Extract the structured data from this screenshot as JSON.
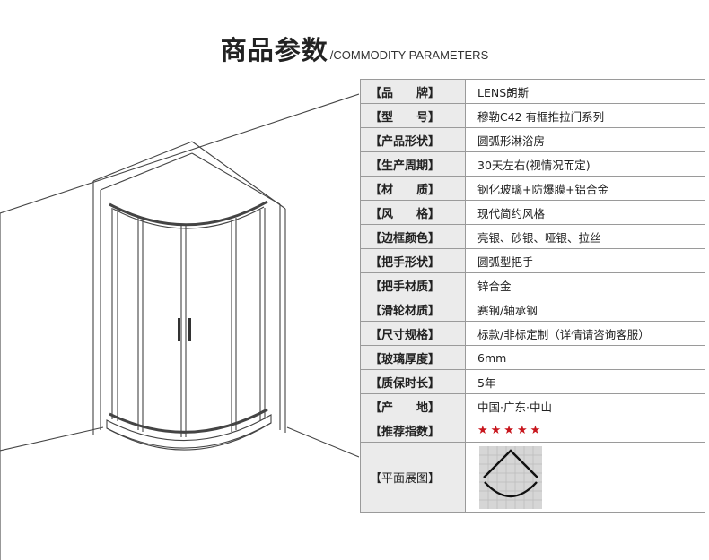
{
  "header": {
    "title_cn": "商品参数",
    "title_en": "/COMMODITY PARAMETERS"
  },
  "specs": [
    {
      "label": "【品　　牌】",
      "value": "LENS朗斯"
    },
    {
      "label": "【型　　号】",
      "value": "穆勒C42  有框推拉门系列"
    },
    {
      "label": "【产品形状】",
      "value": "圆弧形淋浴房"
    },
    {
      "label": "【生产周期】",
      "value": "30天左右(视情况而定)"
    },
    {
      "label": "【材　　质】",
      "value": "钢化玻璃+防爆膜+铝合金"
    },
    {
      "label": "【风　　格】",
      "value": "现代简约风格"
    },
    {
      "label": "【边框颜色】",
      "value": "亮银、砂银、哑银、拉丝"
    },
    {
      "label": "【把手形状】",
      "value": "圆弧型把手"
    },
    {
      "label": "【把手材质】",
      "value": "锌合金"
    },
    {
      "label": "【滑轮材质】",
      "value": "赛钢/轴承钢"
    },
    {
      "label": "【尺寸规格】",
      "value": "标款/非标定制（详情请咨询客服）"
    },
    {
      "label": "【玻璃厚度】",
      "value": "6mm"
    },
    {
      "label": "【质保时长】",
      "value": "5年"
    },
    {
      "label": "【产　　地】",
      "value": "中国·广东·中山"
    }
  ],
  "rating": {
    "label": "【推荐指数】",
    "stars": "★★★★★",
    "value": 5,
    "max": 5,
    "color": "#c8161d"
  },
  "floor_plan": {
    "label": "【平面展图】",
    "icon": "quarter-round-shower-floor-plan-icon"
  },
  "colors": {
    "label_bg": "#ebebeb",
    "border": "#9a9a9a",
    "drawing_line": "#444444"
  }
}
